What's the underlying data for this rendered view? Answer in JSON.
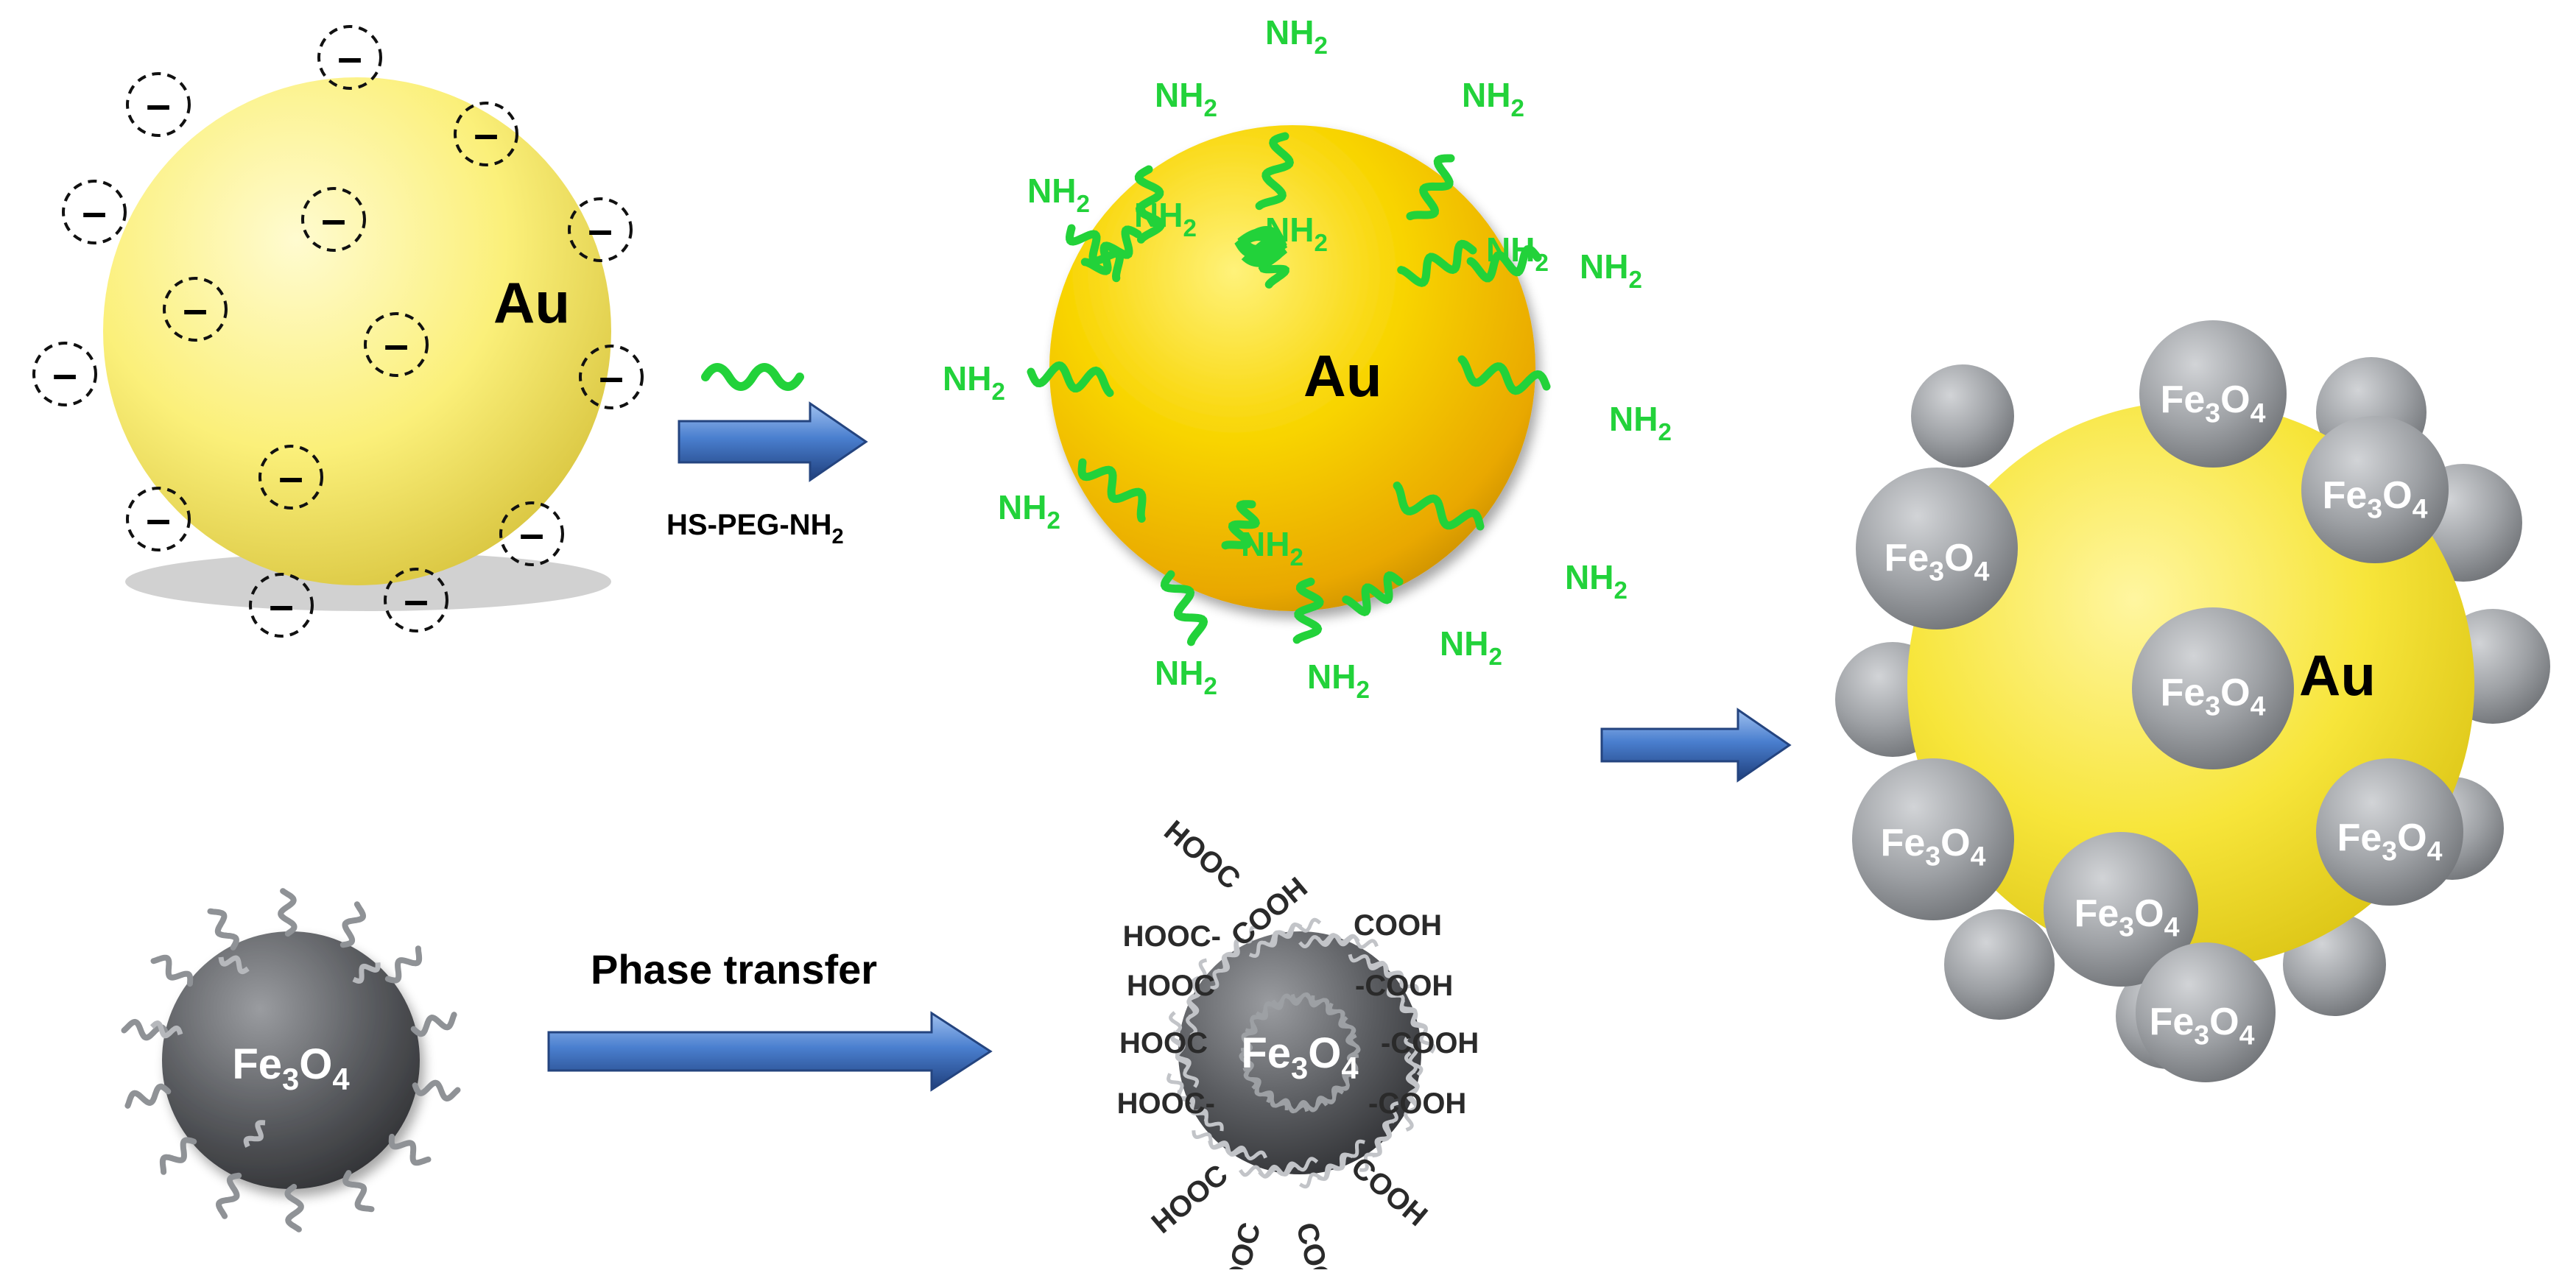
{
  "au_label": "Au",
  "charge_sign": "–",
  "ligand_amine": "NH",
  "ligand_amine_sub": "2",
  "reagent_prefix": "HS-PEG-NH",
  "reagent_sub": "2",
  "process_label": "Phase transfer",
  "fe_main": "Fe",
  "fe_sub1": "3",
  "fe_mid": "O",
  "fe_sub2": "4",
  "carboxyl_right": "COOH",
  "carboxyl_right_dash": "-COOH",
  "carboxyl_left": "HOOC",
  "carboxyl_left_dash": "HOOC-",
  "colors": {
    "gold": "#f5d600",
    "gold_pale": "#fbf07a",
    "amine_green": "#22d23a",
    "arrow_blue": "#3e6fc0",
    "magnetite_dark": "#4a4a4c",
    "magnetite_grey": "#8c8f93"
  }
}
